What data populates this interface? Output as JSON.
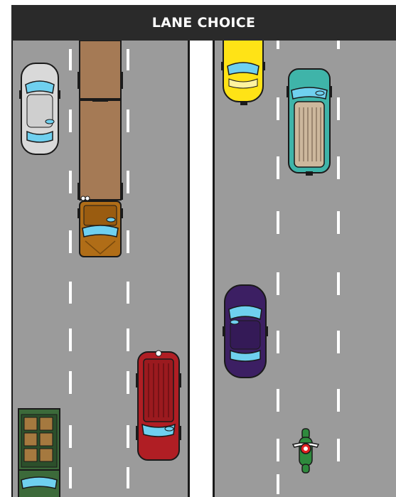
{
  "title": "LANE CHOICE",
  "colors": {
    "road": "#9b9b9b",
    "divider": "#ffffff",
    "lane_dash": "#ffffff",
    "frame": "#1a1a1a",
    "title_bg": "#2a2a2a"
  },
  "vehicles": [
    {
      "name": "silver-sedan",
      "kind": "sedan",
      "color": "#d9d9d9",
      "glass": "#6fd0ef"
    },
    {
      "name": "brown-truck",
      "kind": "truck",
      "color": "#a57a55",
      "cab": "#b06d17",
      "glass": "#6fd0ef"
    },
    {
      "name": "yellow-sedan",
      "kind": "sedan",
      "color": "#ffe316",
      "glass": "#6fd0ef"
    },
    {
      "name": "teal-suv",
      "kind": "suv",
      "color": "#3fb4a9",
      "rack": "#cdb89d",
      "glass": "#6fd0ef"
    },
    {
      "name": "purple-sedan",
      "kind": "sedan",
      "color": "#3c1f63",
      "glass": "#6fd0ef"
    },
    {
      "name": "red-suv",
      "kind": "suv",
      "color": "#b01e24",
      "glass": "#6fd0ef"
    },
    {
      "name": "green-truck",
      "kind": "cargo",
      "color": "#3c6a3a",
      "cargo": "#a5793f",
      "glass": "#6fd0ef"
    },
    {
      "name": "motorcycle",
      "kind": "motorcycle",
      "color": "#2e8a3d",
      "rider": "#e02020"
    }
  ]
}
